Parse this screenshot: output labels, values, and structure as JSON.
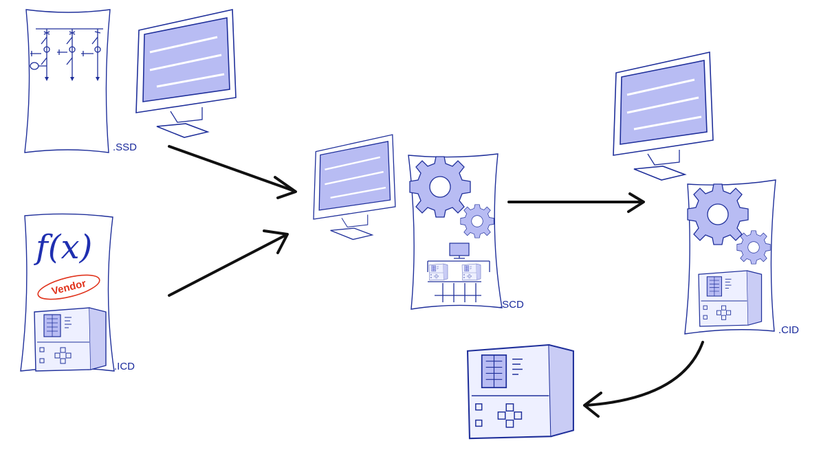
{
  "files": {
    "ssd": ".SSD",
    "icd": ".ICD",
    "scd": ".SCD",
    "cid": ".CID"
  },
  "icd_doc": {
    "formula": "f(x)",
    "stamp": "Vendor"
  },
  "colors": {
    "ink": "#1f2f9a",
    "screen_fill": "#b8bcf3",
    "stamp": "#e0321b",
    "arrow": "#111111"
  },
  "icons": [
    "monitor-icon",
    "gear-icon",
    "protection-relay-icon",
    "single-line-diagram-icon"
  ]
}
